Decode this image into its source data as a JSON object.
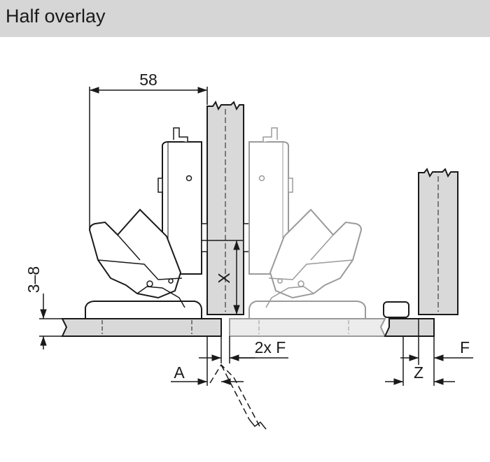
{
  "header": {
    "title": "Half overlay"
  },
  "dimensions": {
    "width": "58",
    "height_range": "3–8",
    "x": "X",
    "two_f": "2x F",
    "a": "A",
    "z": "Z",
    "f": "F"
  },
  "colors": {
    "header_bg": "#d6d6d6",
    "panel": "#d9d9d9",
    "outline": "#1a1a1a",
    "ghost": "#9a9a9a",
    "ghost_fill": "#ececec"
  }
}
